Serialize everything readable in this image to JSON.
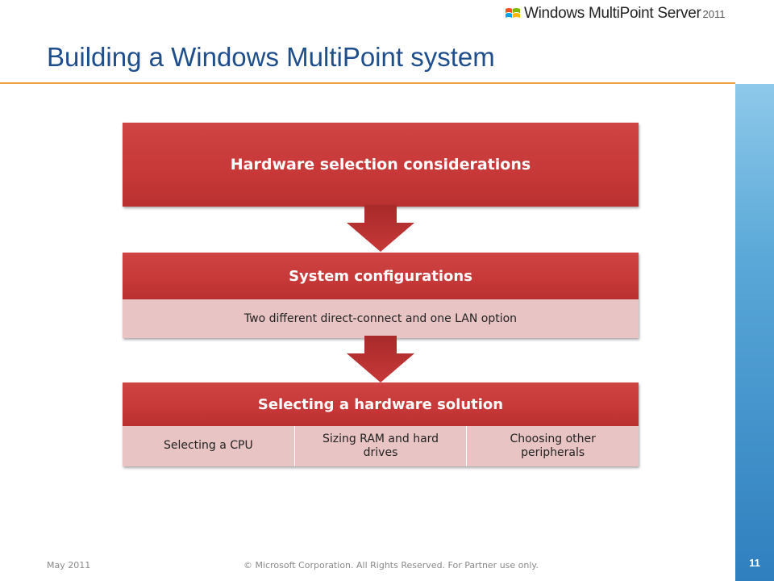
{
  "header": {
    "logo_text": "Windows MultiPoint Server",
    "logo_year": "2011",
    "title": "Building a Windows MultiPoint system"
  },
  "diagram": {
    "levels": [
      {
        "title": "Hardware selection considerations",
        "subtitle": "",
        "items": []
      },
      {
        "title": "System configurations",
        "subtitle": "Two different direct-connect and  one LAN option",
        "items": []
      },
      {
        "title": "Selecting a hardware solution",
        "subtitle": "",
        "items": [
          "Selecting a CPU",
          "Sizing RAM and hard drives",
          "Choosing other peripherals"
        ]
      }
    ]
  },
  "footer": {
    "date": "May 2011",
    "copyright": "© Microsoft Corporation. All Rights Reserved. For Partner use only.",
    "page": "11"
  },
  "colors": {
    "accent_red": "#c73838",
    "light_pink": "#e8c4c4",
    "title_blue": "#1f4e8c",
    "rule_orange": "#f0a040"
  }
}
